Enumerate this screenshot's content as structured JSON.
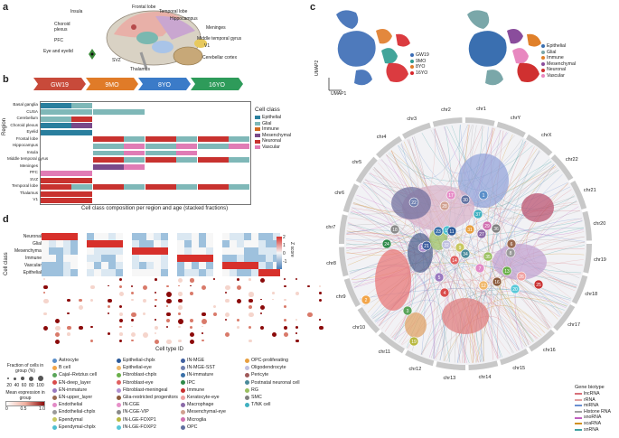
{
  "panels": {
    "a": "a",
    "b": "b",
    "c": "c",
    "d": "d"
  },
  "brain": {
    "labels": [
      "Frontal lobe",
      "Temporal lobe",
      "Hippocampus",
      "Insula",
      "Choroid plexus",
      "Meninges",
      "PFC",
      "Middle temporal gyrus",
      "V1",
      "Eye and eyelid",
      "SVZ",
      "Cerebellar cortex",
      "Thalamus"
    ]
  },
  "stages": [
    "GW19",
    "9MO",
    "8YO",
    "16YO"
  ],
  "panel_b": {
    "ylabel": "Region",
    "regions": [
      "Basal ganglia",
      "CUSA",
      "Cerebellum",
      "Choroid plexus",
      "Eyelid",
      "Frontal lobe",
      "Hippocampus",
      "Insula",
      "Middle temporal gyrus",
      "Meninges",
      "PFC",
      "SVZ",
      "Temporal lobe",
      "Thalamus",
      "V1"
    ],
    "caption": "Cell class composition per region and age (stacked fractions)",
    "legend_title": "Cell class",
    "classes": [
      {
        "name": "Epithelial",
        "color": "#2a7f9e"
      },
      {
        "name": "Glial",
        "color": "#7fb8b8"
      },
      {
        "name": "Immune",
        "color": "#d2691e"
      },
      {
        "name": "Mesenchymal",
        "color": "#7a4a8a"
      },
      {
        "name": "Neuronal",
        "color": "#c8322f"
      },
      {
        "name": "Vascular",
        "color": "#e07cb5"
      }
    ]
  },
  "panel_c": {
    "umap_x": "UMAP1",
    "umap_y": "UMAP2",
    "age_legend": [
      {
        "name": "GW19",
        "color": "#3b6cb5"
      },
      {
        "name": "9MO",
        "color": "#2e9b8f"
      },
      {
        "name": "8YO",
        "color": "#e07b28"
      },
      {
        "name": "16YO",
        "color": "#d7262b"
      }
    ],
    "class_legend": [
      {
        "name": "Epithelial",
        "color": "#3a6fb0"
      },
      {
        "name": "Glial",
        "color": "#7aa7a9"
      },
      {
        "name": "Immune",
        "color": "#e0802a"
      },
      {
        "name": "Mesenchymal",
        "color": "#8a4d9c"
      },
      {
        "name": "Neuronal",
        "color": "#d03030"
      },
      {
        "name": "Vascular",
        "color": "#e888c0"
      }
    ],
    "chromosomes": [
      "chr1",
      "chr2",
      "chr3",
      "chr4",
      "chr5",
      "chr6",
      "chr7",
      "chr8",
      "chr9",
      "chr10",
      "chr11",
      "chr12",
      "chr13",
      "chr14",
      "chr15",
      "chr16",
      "chr17",
      "chr18",
      "chr19",
      "chr20",
      "chr21",
      "chr22",
      "chrX",
      "chrY"
    ],
    "cluster_ids": [
      "1",
      "2",
      "3",
      "4",
      "5",
      "6",
      "7",
      "8",
      "9",
      "10",
      "11",
      "12",
      "13",
      "14",
      "15",
      "16",
      "17",
      "18",
      "19",
      "20",
      "21",
      "22",
      "23",
      "24",
      "25",
      "26",
      "27",
      "28",
      "29",
      "30",
      "31",
      "32",
      "33",
      "34",
      "35",
      "36",
      "37"
    ],
    "biotype_title": "Gene biotype",
    "biotypes": [
      {
        "name": "lncRNA",
        "color": "#d7707a"
      },
      {
        "name": "rRNA",
        "color": "#e0a0a0"
      },
      {
        "name": "miRNA",
        "color": "#6a8fd0"
      },
      {
        "name": "Histone RNA",
        "color": "#a0a0a0"
      },
      {
        "name": "snoRNA",
        "color": "#c060c0"
      },
      {
        "name": "scaRNA",
        "color": "#d09020"
      },
      {
        "name": "snRNA",
        "color": "#40a0a0"
      }
    ]
  },
  "panel_d": {
    "rows": [
      "Neuronal",
      "Glial",
      "Mesenchymal",
      "Immune",
      "Vascular",
      "Epithelial"
    ],
    "ylabel": "Cell class",
    "zscore_label": "Z score",
    "zscale": [
      "2",
      "1",
      "0",
      "-1"
    ],
    "xlabel": "Cell type ID",
    "fraction_title": "Fraction of cells in group (%)",
    "fraction_ticks": [
      "20",
      "40",
      "60",
      "80",
      "100"
    ],
    "mean_title": "Mean expression in group",
    "mean_ticks": [
      "0",
      "0.5",
      "1.0"
    ],
    "cell_types": [
      {
        "name": "Astrocyte",
        "color": "#5b8fc9"
      },
      {
        "name": "B cell",
        "color": "#f2a54a"
      },
      {
        "name": "Cajal–Retzius cell",
        "color": "#5aa55a"
      },
      {
        "name": "EN-deep_layer",
        "color": "#d94b4b"
      },
      {
        "name": "EN-immature",
        "color": "#9a7ac0"
      },
      {
        "name": "EN-upper_layer",
        "color": "#9b6a50"
      },
      {
        "name": "Endothelial",
        "color": "#e28ac6"
      },
      {
        "name": "Endothelial-chplx",
        "color": "#9a9a9a"
      },
      {
        "name": "Ependymal",
        "color": "#c8c860"
      },
      {
        "name": "Ependymal-chplx",
        "color": "#4fc0d0"
      },
      {
        "name": "Epithelial-chplx",
        "color": "#2c5a9a"
      },
      {
        "name": "Epithelial-eye",
        "color": "#f0b86a"
      },
      {
        "name": "Fibroblast-chplx",
        "color": "#6ab04a"
      },
      {
        "name": "Fibroblast-eye",
        "color": "#e06060"
      },
      {
        "name": "Fibroblast-meningeal",
        "color": "#b090d0"
      },
      {
        "name": "Glia-restricted progenitors",
        "color": "#8b5a3c"
      },
      {
        "name": "IN-CGE",
        "color": "#e68fc8"
      },
      {
        "name": "IN-CGE-VIP",
        "color": "#8a8a8a"
      },
      {
        "name": "IN-LGE-FOXP1",
        "color": "#b8b840"
      },
      {
        "name": "IN-LGE-FOXP2",
        "color": "#58c8d8"
      },
      {
        "name": "IN-MGE",
        "color": "#4060a0"
      },
      {
        "name": "IN-MGE-SST",
        "color": "#7080b0"
      },
      {
        "name": "IN-immature",
        "color": "#3a70a8"
      },
      {
        "name": "IPC",
        "color": "#2f8a4a"
      },
      {
        "name": "Immune",
        "color": "#c83030"
      },
      {
        "name": "Keratocyte-eye",
        "color": "#f0a0a0"
      },
      {
        "name": "Macrophage",
        "color": "#8a6aa8"
      },
      {
        "name": "Mesenchymal-eye",
        "color": "#d0a090"
      },
      {
        "name": "Microglia",
        "color": "#d070b0"
      },
      {
        "name": "OPC",
        "color": "#6070a0"
      },
      {
        "name": "OPC-proliferating",
        "color": "#e8a040"
      },
      {
        "name": "Oligodendrocyte",
        "color": "#c0c0e0"
      },
      {
        "name": "Pericyte",
        "color": "#a05a5a"
      },
      {
        "name": "Postnatal neuronal cell",
        "color": "#4a8a9a"
      },
      {
        "name": "RG",
        "color": "#9ac060"
      },
      {
        "name": "SMC",
        "color": "#808080"
      },
      {
        "name": "T/NK cell",
        "color": "#40b0c0"
      }
    ]
  }
}
